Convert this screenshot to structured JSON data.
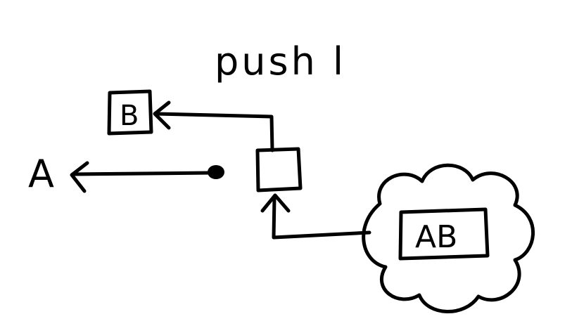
{
  "diagram": {
    "title": "push l",
    "labels": {
      "a": "A",
      "b": "B",
      "ab": "AB"
    },
    "ink_color": "#000000",
    "background_color": "#ffffff"
  }
}
